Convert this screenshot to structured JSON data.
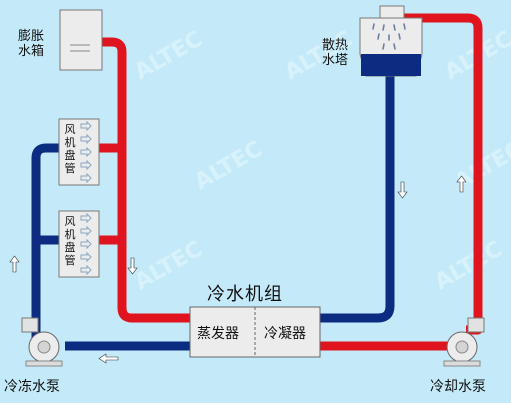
{
  "labels": {
    "expansion_tank": [
      "膨胀",
      "水箱"
    ],
    "cooling_tower": [
      "散热",
      "水塔"
    ],
    "fan_coil_1": [
      "风",
      "机",
      "盘",
      "管"
    ],
    "fan_coil_2": [
      "风",
      "机",
      "盘",
      "管"
    ],
    "chiller": "冷水机组",
    "evaporator": "蒸发器",
    "condenser": "冷凝器",
    "chilled_pump": "冷冻水泵",
    "cooling_pump": "冷却水泵"
  },
  "watermark": "ALTEC",
  "colors": {
    "background": "#c4eaf9",
    "hot_pipe": "#e0141e",
    "cold_pipe": "#0c2c82",
    "equipment": "#ececec",
    "tower_water": "#0c2c82"
  }
}
